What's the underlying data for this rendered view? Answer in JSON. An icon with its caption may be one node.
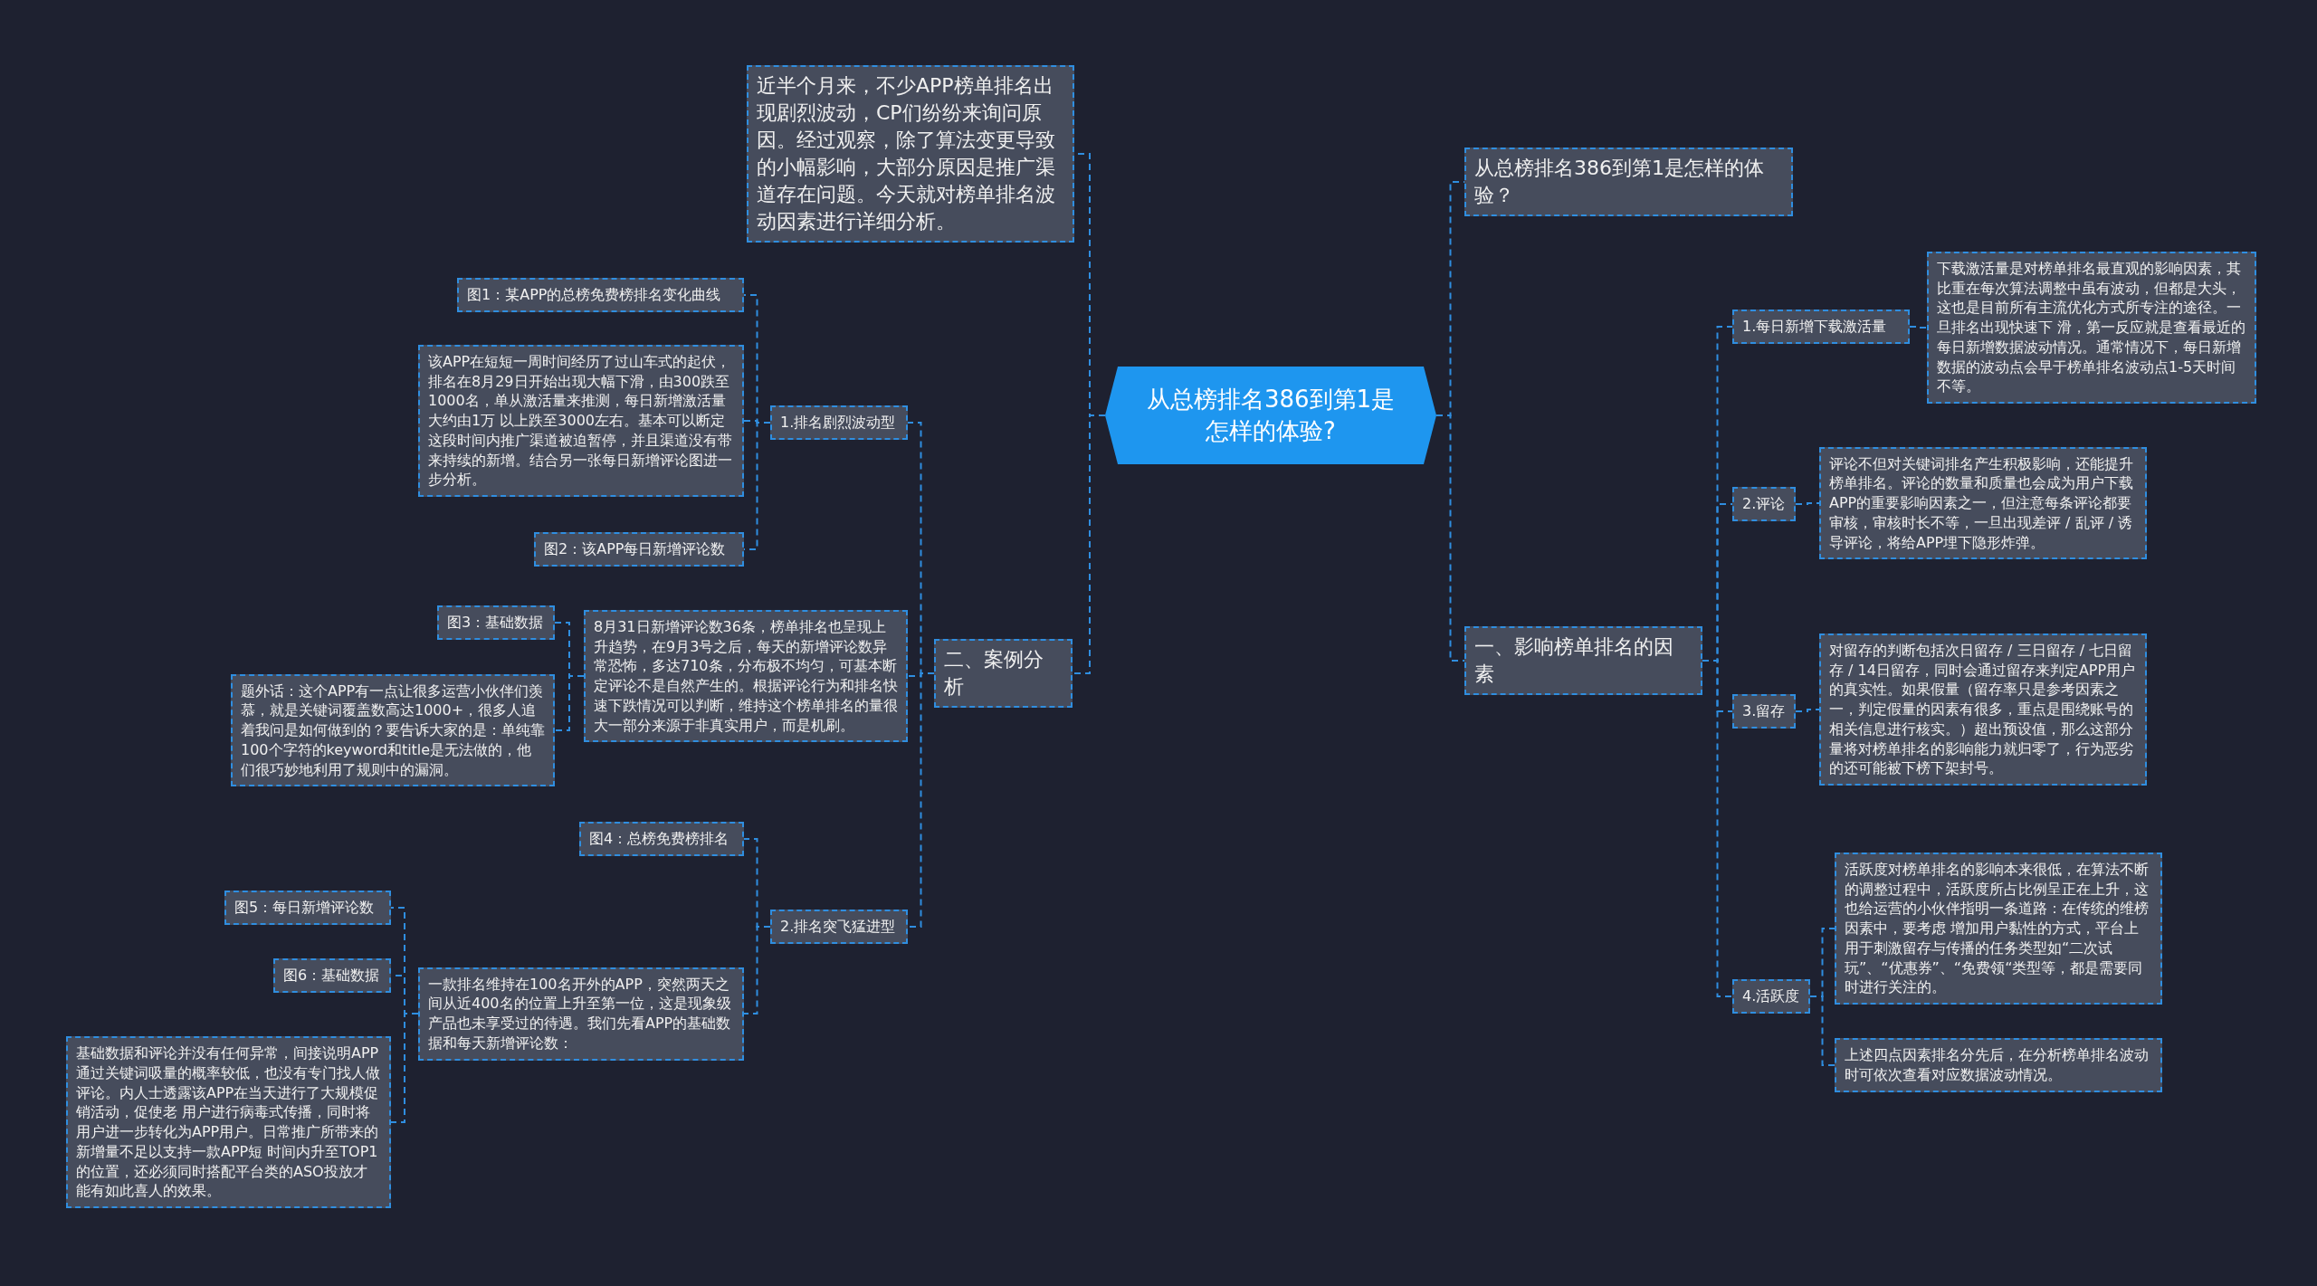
{
  "diagram": {
    "nodes": [
      {
        "text": [
          "从总榜排名386到第1是怎样的体验?"
        ]
      },
      {
        "text": [
          "从总榜排名386到第1是怎样的体验？"
        ]
      },
      {
        "text": [
          "一、影响榜单排名的因素"
        ]
      },
      {
        "text": [
          "1.每日新增下载激活量"
        ]
      },
      {
        "text": [
          "下载激活量是对榜单排名最直观的影响因素，其比重在每次算法调整中虽有波动，但都是大头，这也是目前所有主流优化方式所专注的途径。一旦排名出现快速下 滑，第一反应就是查看最近的每日新增数据波动情况。通常情况下，每日新增数据的波动点会早于榜单排名波动点1-5天时间不等。"
        ]
      },
      {
        "text": [
          "2.评论"
        ]
      },
      {
        "text": [
          "评论不但对关键词排名产生积极影响，还能提升榜单排名。评论的数量和质量也会成为用户下载APP的重要影响因素之一，但注意每条评论都要审核，审核时长不等，一旦出现差评 / 乱评 / 诱导评论，将给APP埋下隐形炸弹。"
        ]
      },
      {
        "text": [
          "3.留存"
        ]
      },
      {
        "text": [
          "对留存的判断包括次日留存 / 三日留存 / 七日留存 / 14日留存，同时会通过留存来判定APP用户的真实性。如果假量（留存率只是参考因素之一，判定假量的因素有很多，重点是围绕账号的相关信息进行核实。）超出预设值，那么这部分量将对榜单排名的影响能力就归零了，行为恶劣的还可能被下榜下架封号。"
        ]
      },
      {
        "text": [
          "4.活跃度"
        ]
      },
      {
        "text": [
          "活跃度对榜单排名的影响本来很低，在算法不断的调整过程中，活跃度所占比例呈正在上升，这也给运营的小伙伴指明一条道路：在传统的维榜因素中，要考虑 增加用户黏性的方式，平台上用于刺激留存与传播的任务类型如“二次试玩”、“优惠券”、“免费领“类型等，都是需要同时进行关注的。"
        ]
      },
      {
        "text": [
          "上述四点因素排名分先后，在分析榜单排名波动时可依次查看对应数据波动情况。"
        ]
      },
      {
        "text": [
          "近半个月来，不少APP榜单排名出现剧烈波动，CP们纷纷来询问原因。经过观察，除了算法变更导致的小幅影响，大部分原因是推广渠道存在问题。今天就对榜单排名波动因素进行详细分析。"
        ]
      },
      {
        "text": [
          "二、案例分析"
        ]
      },
      {
        "text": [
          "1.排名剧烈波动型"
        ]
      },
      {
        "text": [
          "图1：某APP的总榜免费榜排名变化曲线"
        ]
      },
      {
        "text": [
          "该APP在短短一周时间经历了过山车式的起伏，排名在8月29日开始出现大幅下滑，由300跌至1000名，单从激活量来推测，每日新增激活量大约由1万 以上跌至3000左右。基本可以断定这段时间内推广渠道被迫暂停，并且渠道没有带来持续的新增。结合另一张每日新增评论图进一步分析。"
        ]
      },
      {
        "text": [
          "图2：该APP每日新增评论数"
        ]
      },
      {
        "text": [
          "8月31日新增评论数36条，榜单排名也呈现上升趋势，在9月3号之后，每天的新增评论数异常恐怖，多达710条，分布极不均匀，可基本断定评论不是自然产生的。根据评论行为和排名快速下跌情况可以判断，维持这个榜单排名的量很大一部分来源于非真实用户，而是机刷。"
        ]
      },
      {
        "text": [
          "图3：基础数据"
        ]
      },
      {
        "text": [
          "题外话：这个APP有一点让很多运营小伙伴们羡慕，就是关键词覆盖数高达1000+，很多人追着我问是如何做到的？要告诉大家的是：单纯靠100个字符的keyword和title是无法做的，他们很巧妙地利用了规则中的漏洞。"
        ]
      },
      {
        "text": [
          "2.排名突飞猛进型"
        ]
      },
      {
        "text": [
          "图4：总榜免费榜排名"
        ]
      },
      {
        "text": [
          "一款排名维持在100名开外的APP，突然两天之间从近400名的位置上升至第一位，这是现象级产品也未享受过的待遇。我们先看APP的基础数据和每天新增评论数："
        ]
      },
      {
        "text": [
          "图5：每日新增评论数"
        ]
      },
      {
        "text": [
          "图6：基础数据"
        ]
      },
      {
        "text": [
          "基础数据和评论并没有任何异常，间接说明APP通过关键词吸量的概率较低，也没有专门找人做评论。内人士透露该APP在当天进行了大规模促销活动，促使老 用户进行病毒式传播，同时将用户进一步转化为APP用户。日常推广所带来的新增量不足以支持一款APP短 时间内升至TOP1的位置，还必须同时搭配平台类的ASO投放才能有如此喜人的效果。"
        ]
      }
    ],
    "edges": [
      {
        "from": 0,
        "to": 1,
        "arrow": "none"
      },
      {
        "from": 0,
        "to": 2,
        "arrow": "none"
      },
      {
        "from": 2,
        "to": 3,
        "arrow": "none"
      },
      {
        "from": 3,
        "to": 4,
        "arrow": "none"
      },
      {
        "from": 2,
        "to": 5,
        "arrow": "none"
      },
      {
        "from": 5,
        "to": 6,
        "arrow": "none"
      },
      {
        "from": 2,
        "to": 7,
        "arrow": "none"
      },
      {
        "from": 7,
        "to": 8,
        "arrow": "none"
      },
      {
        "from": 2,
        "to": 9,
        "arrow": "none"
      },
      {
        "from": 9,
        "to": 10,
        "arrow": "none"
      },
      {
        "from": 9,
        "to": 11,
        "arrow": "none"
      },
      {
        "from": 0,
        "to": 12,
        "arrow": "none"
      },
      {
        "from": 0,
        "to": 13,
        "arrow": "none"
      },
      {
        "from": 13,
        "to": 14,
        "arrow": "none"
      },
      {
        "from": 14,
        "to": 15,
        "arrow": "none"
      },
      {
        "from": 14,
        "to": 16,
        "arrow": "none"
      },
      {
        "from": 14,
        "to": 17,
        "arrow": "none"
      },
      {
        "from": 13,
        "to": 18,
        "arrow": "none"
      },
      {
        "from": 18,
        "to": 19,
        "arrow": "none"
      },
      {
        "from": 18,
        "to": 20,
        "arrow": "none"
      },
      {
        "from": 13,
        "to": 21,
        "arrow": "none"
      },
      {
        "from": 21,
        "to": 22,
        "arrow": "none"
      },
      {
        "from": 21,
        "to": 23,
        "arrow": "none"
      },
      {
        "from": 23,
        "to": 24,
        "arrow": "none"
      },
      {
        "from": 23,
        "to": 25,
        "arrow": "none"
      },
      {
        "from": 23,
        "to": 26,
        "arrow": "none"
      }
    ]
  }
}
